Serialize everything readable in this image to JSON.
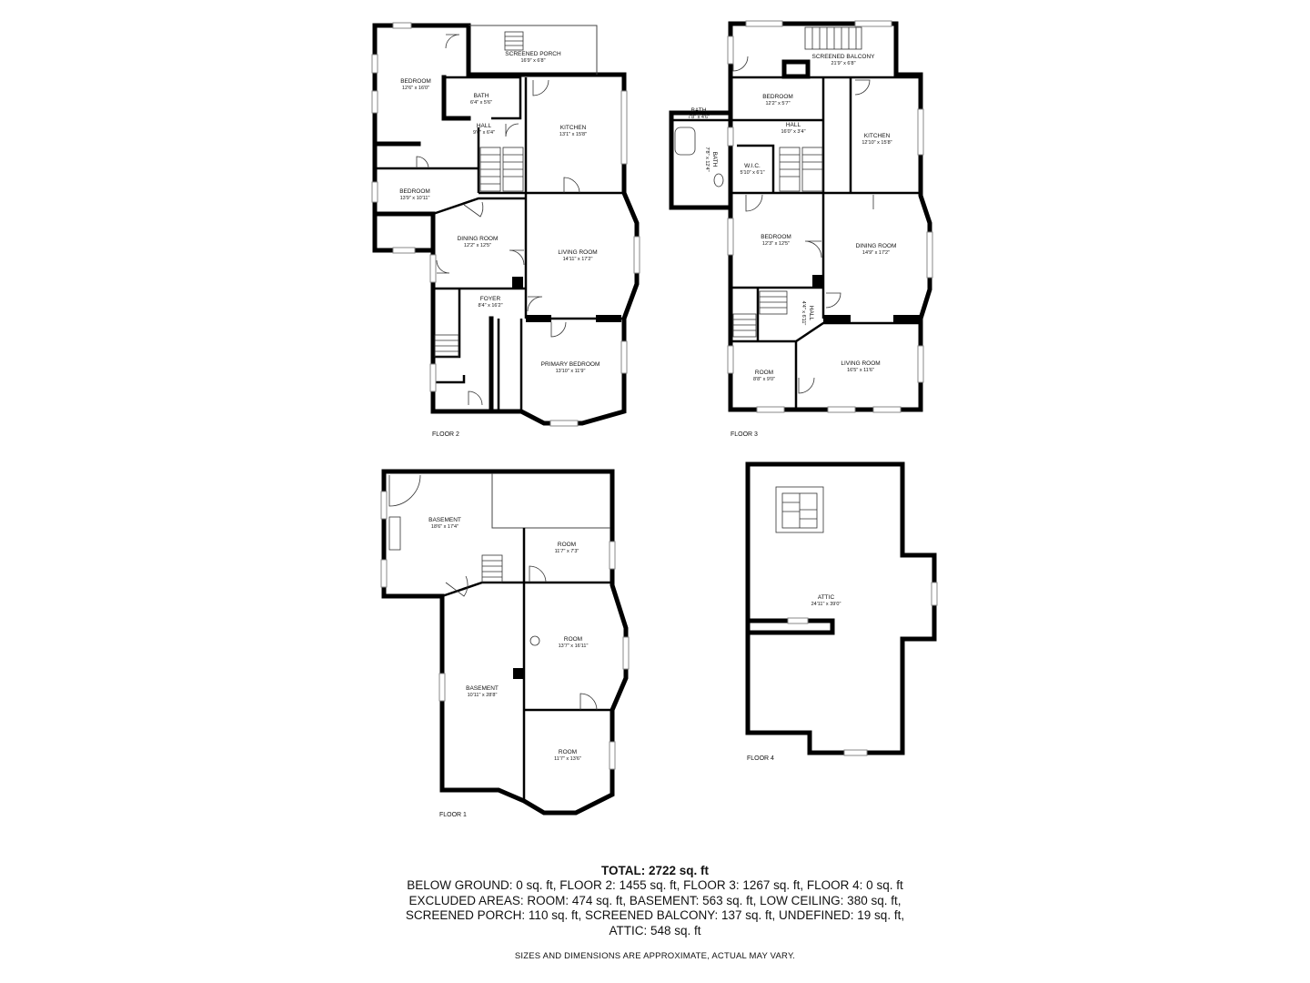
{
  "floors": {
    "floor2": {
      "label": "FLOOR 2",
      "rooms": [
        {
          "name": "BEDROOM",
          "dims": "12'6\" x 16'0\""
        },
        {
          "name": "SCREENED PORCH",
          "dims": "16'9\" x 6'8\""
        },
        {
          "name": "BATH",
          "dims": "6'4\" x 5'6\""
        },
        {
          "name": "HALL",
          "dims": "9'6\" x 6'4\""
        },
        {
          "name": "KITCHEN",
          "dims": "13'1\" x 15'8\""
        },
        {
          "name": "BEDROOM",
          "dims": "13'9\" x 10'11\""
        },
        {
          "name": "DINING ROOM",
          "dims": "12'2\" x 12'5\""
        },
        {
          "name": "LIVING ROOM",
          "dims": "14'11\" x 17'2\""
        },
        {
          "name": "FOYER",
          "dims": "8'4\" x 16'2\""
        },
        {
          "name": "PRIMARY BEDROOM",
          "dims": "13'10\" x 11'9\""
        }
      ]
    },
    "floor3": {
      "label": "FLOOR 3",
      "rooms": [
        {
          "name": "SCREENED BALCONY",
          "dims": "21'9\" x 6'8\""
        },
        {
          "name": "BEDROOM",
          "dims": "12'2\" x 5'7\""
        },
        {
          "name": "BATH",
          "dims": "7'8\" x 4'6\""
        },
        {
          "name": "BATH",
          "dims": "7'8\" x 12'4\""
        },
        {
          "name": "HALL",
          "dims": "16'0\" x 3'4\""
        },
        {
          "name": "KITCHEN",
          "dims": "12'10\" x 15'8\""
        },
        {
          "name": "W.I.C.",
          "dims": "5'10\" x 6'1\""
        },
        {
          "name": "BEDROOM",
          "dims": "12'3\" x 12'5\""
        },
        {
          "name": "DINING ROOM",
          "dims": "14'9\" x 17'2\""
        },
        {
          "name": "HALL",
          "dims": "4'4\" x 6'11\""
        },
        {
          "name": "ROOM",
          "dims": "8'8\" x 9'0\""
        },
        {
          "name": "LIVING ROOM",
          "dims": "16'5\" x 11'6\""
        }
      ]
    },
    "floor1": {
      "label": "FLOOR 1",
      "rooms": [
        {
          "name": "BASEMENT",
          "dims": "18'6\" x 17'4\""
        },
        {
          "name": "ROOM",
          "dims": "11'7\" x 7'3\""
        },
        {
          "name": "BASEMENT",
          "dims": "10'11\" x 28'8\""
        },
        {
          "name": "ROOM",
          "dims": "13'7\" x 16'11\""
        },
        {
          "name": "ROOM",
          "dims": "11'7\" x 13'6\""
        }
      ]
    },
    "floor4": {
      "label": "FLOOR 4",
      "rooms": [
        {
          "name": "ATTIC",
          "dims": "24'11\" x 39'0\""
        }
      ]
    }
  },
  "summary": {
    "total": "TOTAL: 2722 sq. ft",
    "lines": [
      "BELOW GROUND: 0 sq. ft, FLOOR 2: 1455 sq. ft, FLOOR 3: 1267 sq. ft, FLOOR 4: 0 sq. ft",
      "EXCLUDED AREAS: ROOM: 474 sq. ft, BASEMENT: 563 sq. ft, LOW CEILING: 380 sq. ft,",
      "SCREENED PORCH: 110 sq. ft, SCREENED BALCONY: 137 sq. ft, UNDEFINED: 19 sq. ft,",
      "ATTIC: 548 sq. ft"
    ],
    "disclaimer": "SIZES AND DIMENSIONS ARE APPROXIMATE, ACTUAL MAY VARY."
  },
  "colors": {
    "wall": "#000000",
    "background": "#ffffff",
    "window": "#888888"
  }
}
